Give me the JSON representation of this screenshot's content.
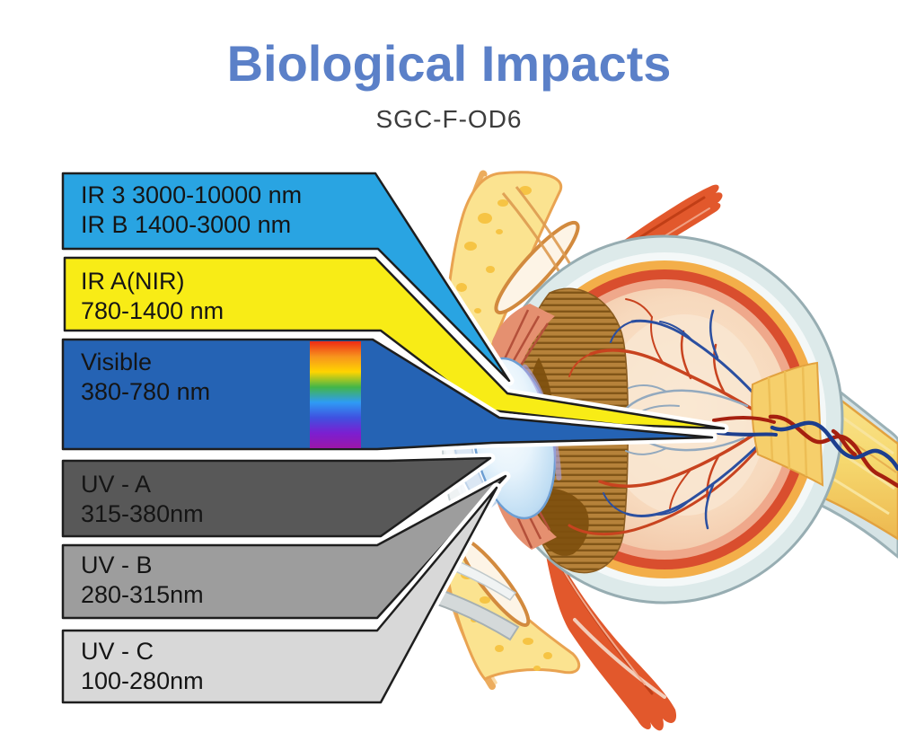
{
  "header": {
    "title": "Biological Impacts",
    "subtitle": "SGC-F-OD6",
    "title_color": "#5B80C8"
  },
  "bands": [
    {
      "id": "ir-b",
      "lines": [
        "IR 3 3000-10000 nm",
        "IR B 1400-3000 nm"
      ],
      "fill": "#29A4E2"
    },
    {
      "id": "ir-a",
      "lines": [
        "IR A(NIR)",
        "780-1400 nm"
      ],
      "fill": "#F8EC16"
    },
    {
      "id": "visible",
      "lines": [
        "Visible",
        "380-780 nm"
      ],
      "fill": "#2563B4"
    },
    {
      "id": "uv-a",
      "lines": [
        "UV - A",
        "315-380nm"
      ],
      "fill": "#585858"
    },
    {
      "id": "uv-b",
      "lines": [
        "UV - B",
        "280-315nm"
      ],
      "fill": "#9D9D9D"
    },
    {
      "id": "uv-c",
      "lines": [
        "UV - C",
        "100-280nm"
      ],
      "fill": "#D8D8D8"
    }
  ],
  "spectrum_gradient": [
    "#EE2B14",
    "#F7941D",
    "#FFD400",
    "#43B649",
    "#2E9BF5",
    "#3F51E0",
    "#7B1FD1",
    "#9A16A8"
  ]
}
